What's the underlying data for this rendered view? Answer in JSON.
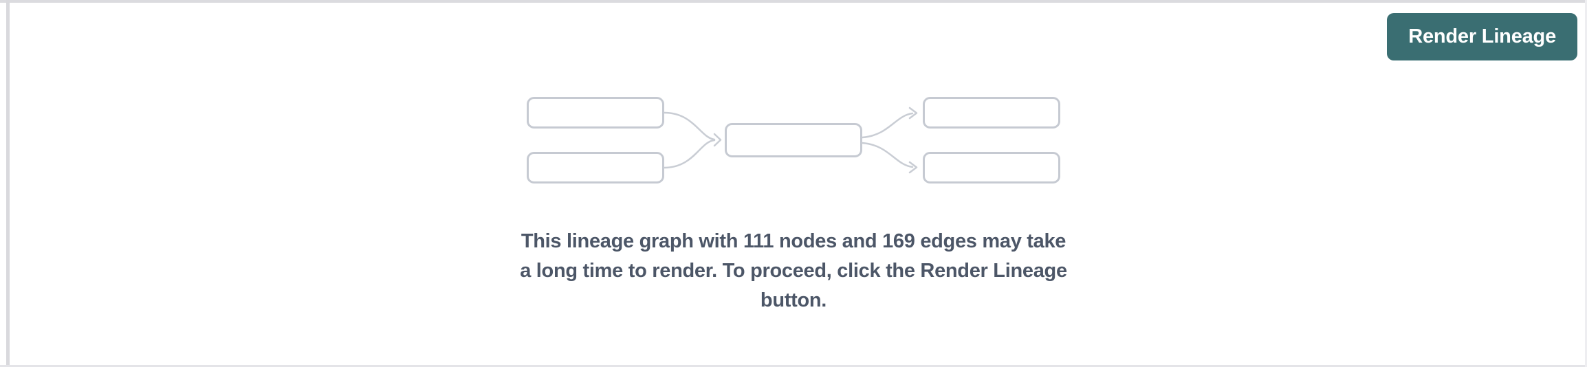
{
  "button": {
    "label": "Render Lineage"
  },
  "message": {
    "lines": [
      "This lineage graph with 111 nodes and 169 edges may take",
      "a long time to render. To proceed, click the Render Lineage",
      "button."
    ],
    "full_text": "This lineage graph with 111 nodes and 169 edges may take a long time to render. To proceed, click the Render Lineage button.",
    "node_count": "111",
    "edge_count": "169"
  },
  "graphic": {
    "description": "placeholder-lineage-diagram",
    "node_boxes": 5,
    "edge_arrows": 4
  },
  "colors": {
    "button_bg": "#3a6e72",
    "button_text": "#ffffff",
    "message_text": "#4c5667",
    "graphic_outline": "#c6cad2",
    "pane_top_border": "#dbdbdf",
    "pane_left_divider": "#d9d9dd",
    "background": "#ffffff"
  }
}
